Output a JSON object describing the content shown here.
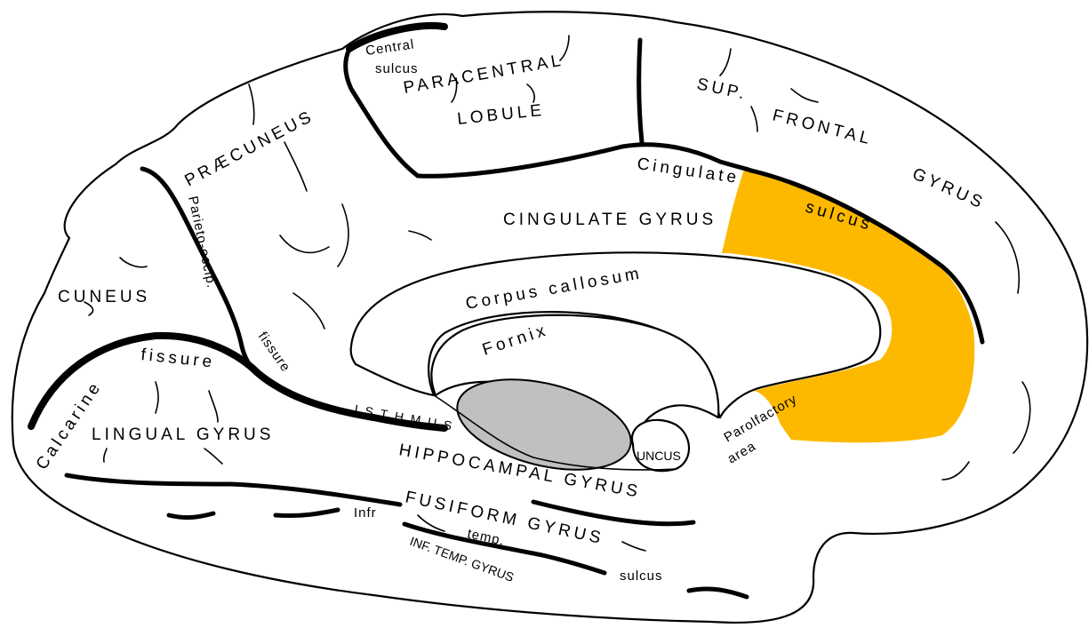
{
  "colors": {
    "highlight": "#fdb900",
    "thalamus": "#c0c0c0",
    "outline": "#000000",
    "background": "#ffffff"
  },
  "labels": {
    "central_sulcus_1": "Central",
    "central_sulcus_2": "sulcus",
    "paracentral_1": "PARACENTRAL",
    "paracentral_2": "LOBULE",
    "sup_frontal_1": "SUP.",
    "sup_frontal_2": "FRONTAL",
    "sup_frontal_3": "GYRUS",
    "praecuneus": "PRÆCUNEUS",
    "cingulate_sulcus_1": "Cingulate",
    "cingulate_sulcus_2": "sulcus",
    "cingulate_gyrus": "CINGULATE GYRUS",
    "parieto_occip": "Parieto-occip.",
    "fissure": "fissure",
    "cuneus": "CUNEUS",
    "corpus_callosum": "Corpus callosum",
    "fornix": "Fornix",
    "calcarine_1": "Calcarine",
    "calcarine_2": "fissure",
    "isthmus": "ISTHMUS",
    "lingual_gyrus": "LINGUAL GYRUS",
    "hippocampal_gyrus": "HIPPOCAMPAL GYRUS",
    "uncus": "UNCUS",
    "parolfactory_1": "Parolfactory",
    "parolfactory_2": "area",
    "fusiform_gyrus": "FUSIFORM GYRUS",
    "infr": "Infr",
    "temp": "temp.",
    "inf_temp_gyrus": "INF. TEMP. GYRUS",
    "sulcus_bottom": "sulcus"
  }
}
